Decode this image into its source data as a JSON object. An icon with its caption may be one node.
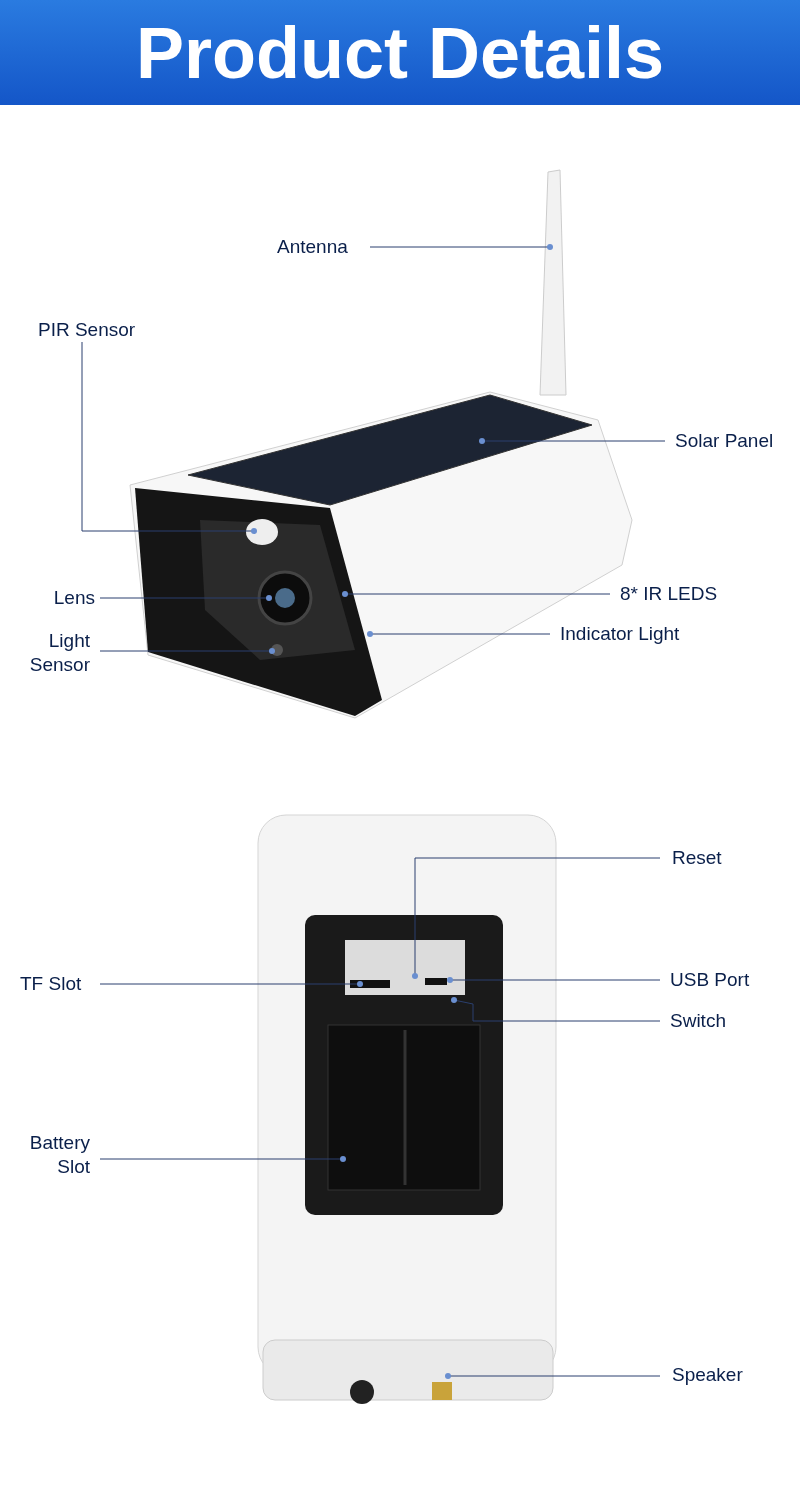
{
  "diagram": {
    "title": "Product Details",
    "nodes": [
      {
        "text": [
          "Antenna"
        ]
      },
      {
        "text": [
          "PIR Sensor"
        ]
      },
      {
        "text": [
          "Solar Panel"
        ]
      },
      {
        "text": [
          "Lens"
        ]
      },
      {
        "text": [
          "8* IR LEDS"
        ]
      },
      {
        "text": [
          "Indicator Light"
        ]
      },
      {
        "text": [
          "Light Sensor"
        ]
      },
      {
        "text": [
          "Reset"
        ]
      },
      {
        "text": [
          "TF Slot"
        ]
      },
      {
        "text": [
          "USB Port"
        ]
      },
      {
        "text": [
          "Switch"
        ]
      },
      {
        "text": [
          "Battery Slot"
        ]
      },
      {
        "text": [
          "Speaker"
        ]
      }
    ],
    "edges": [
      {
        "from": 0,
        "to": null,
        "arrow": "other"
      },
      {
        "from": 1,
        "to": null,
        "arrow": "other"
      },
      {
        "from": 2,
        "to": null,
        "arrow": "other"
      },
      {
        "from": 3,
        "to": null,
        "arrow": "other"
      },
      {
        "from": 4,
        "to": null,
        "arrow": "other"
      },
      {
        "from": 5,
        "to": null,
        "arrow": "other"
      },
      {
        "from": 6,
        "to": null,
        "arrow": "other"
      },
      {
        "from": 7,
        "to": null,
        "arrow": "other"
      },
      {
        "from": 8,
        "to": null,
        "arrow": "other"
      },
      {
        "from": 9,
        "to": null,
        "arrow": "other"
      },
      {
        "from": 10,
        "to": null,
        "arrow": "other"
      },
      {
        "from": 11,
        "to": null,
        "arrow": "other"
      },
      {
        "from": 12,
        "to": null,
        "arrow": "other"
      }
    ]
  }
}
